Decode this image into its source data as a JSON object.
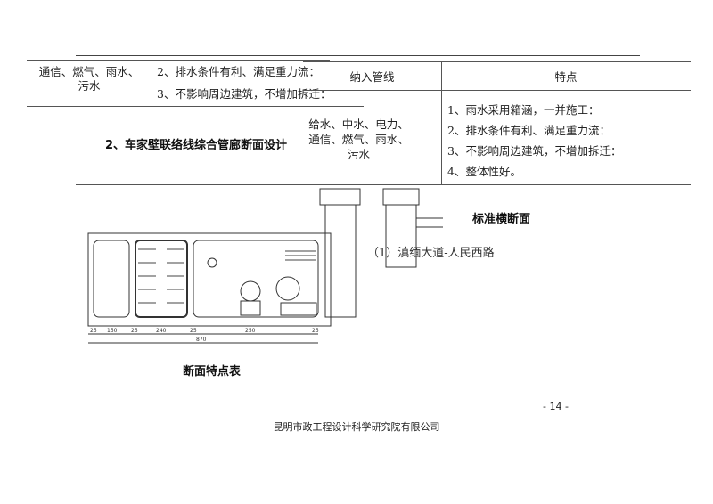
{
  "table_fragment": {
    "pipelines_cell": [
      "通信、燃气、雨水、",
      "污水"
    ],
    "features": [
      "2、排水条件有利、满足重力流：",
      "3、不影响周边建筑，不增加拆迁："
    ]
  },
  "section_heading": "2、车家壁联络线综合管廊断面设计",
  "feature_table": {
    "headers": [
      "纳入管线",
      "特点"
    ],
    "pipelines": [
      "给水、中水、电力、",
      "通信、燃气、雨水、",
      "污水"
    ],
    "features": [
      "1、雨水采用箱涵，一并施工：",
      "2、排水条件有利、满足重力流：",
      "3、不影响周边建筑，不增加拆迁：",
      "4、整体性好。"
    ]
  },
  "drawing": {
    "title": "标准横断面",
    "road_label": "（1）滇缅大道-人民西路",
    "dims": [
      "25",
      "150",
      "25",
      "240",
      "25",
      "250",
      "25"
    ],
    "total_dim": "870"
  },
  "caption": "断面特点表",
  "page_number": "- 14 -",
  "footer": "昆明市政工程设计科学研究院有限公司"
}
